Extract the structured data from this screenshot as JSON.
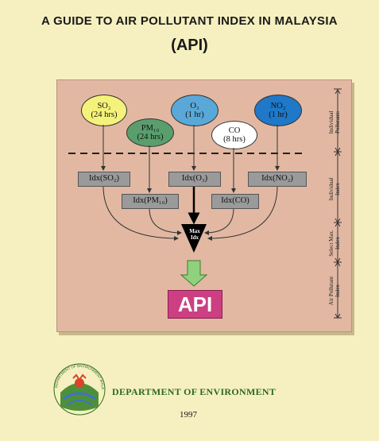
{
  "title": {
    "line1": "A GUIDE TO AIR POLLUTANT INDEX IN MALAYSIA",
    "line2": "(API)"
  },
  "pollutants": [
    {
      "name": "SO₂",
      "period": "(24 hrs)",
      "color": "#f4f27a"
    },
    {
      "name": "PM₁₀",
      "period": "(24 hrs)",
      "color": "#5a9e6e"
    },
    {
      "name": "O₃",
      "period": "(1 hr)",
      "color": "#5aa8d8"
    },
    {
      "name": "CO",
      "period": "(8 hrs)",
      "color": "#ffffff"
    },
    {
      "name": "NO₂",
      "period": "(1 hr)",
      "color": "#1f78c8"
    }
  ],
  "indices": {
    "so2": "Idx(SO₂)",
    "pm10": "Idx(PM₁₀)",
    "o3": "Idx(O₃)",
    "co": "Idx(CO)",
    "no2": "Idx(NO₂)"
  },
  "max_idx": {
    "line1": "Max",
    "line2": "Idx"
  },
  "api_label": "API",
  "side_labels": {
    "individual_pollutants": [
      "Individual",
      "Pollutants"
    ],
    "individual_index": [
      "Individual",
      "Index"
    ],
    "select_max_index": [
      "Select Max.",
      "Index"
    ],
    "air_pollutant_index": [
      "Air Pollutant",
      "Index"
    ]
  },
  "logo_text": "DEPARTMENT OF ENVIRONMENT MALAYSIA",
  "footer": {
    "department": "DEPARTMENT OF ENVIRONMENT",
    "year": "1997"
  },
  "colors": {
    "page_bg": "#f6f0c0",
    "panel_bg": "#e2b8a2",
    "api_pink": "#cc3f82",
    "arrow_green": "#8fd17c",
    "dept_green": "#2d6a1e"
  }
}
